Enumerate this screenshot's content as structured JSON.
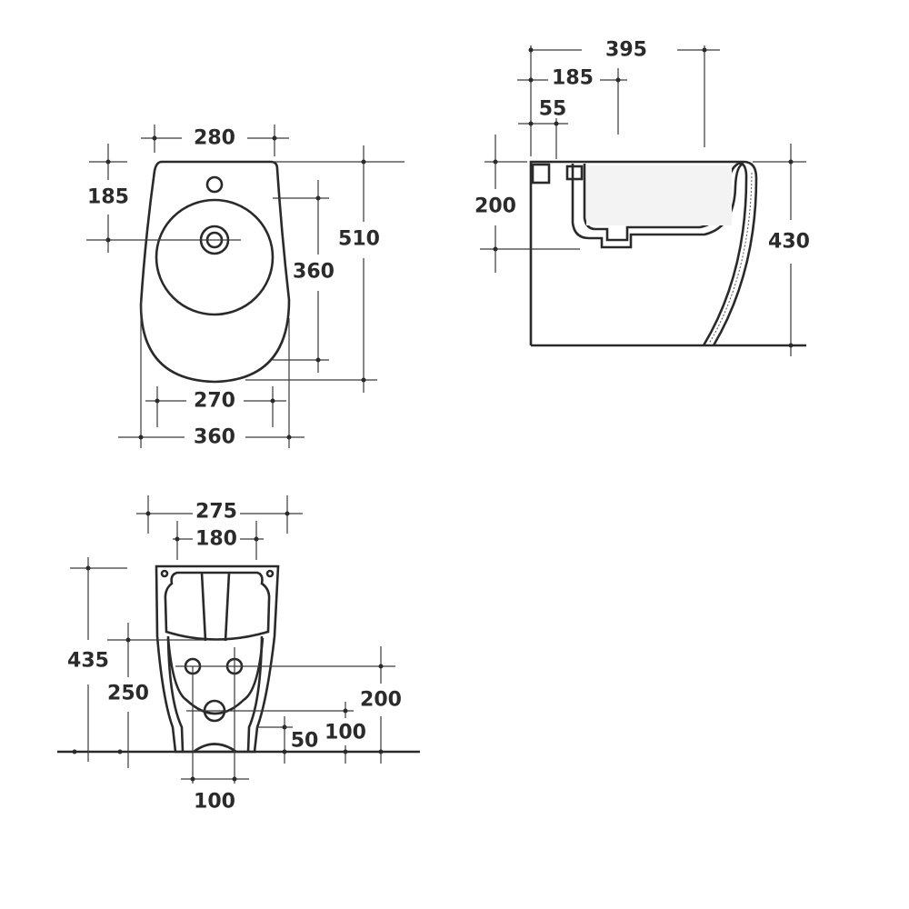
{
  "top_view": {
    "width_top": "280",
    "tap_offset": "185",
    "length": "510",
    "bowl_length": "360",
    "bowl_width": "270",
    "width": "360"
  },
  "side_view": {
    "depth": "395",
    "tap_to_wall": "185",
    "fixing": "55",
    "outlet_height": "200",
    "height": "430"
  },
  "front_view": {
    "width": "275",
    "fixing_spacing": "180",
    "height": "435",
    "supply_height": "250",
    "outlet_height": "200",
    "drain_height": "100",
    "base_height": "50",
    "supply_spacing": "100"
  },
  "colors": {
    "line": "#2a2a2a",
    "background": "#ffffff"
  }
}
